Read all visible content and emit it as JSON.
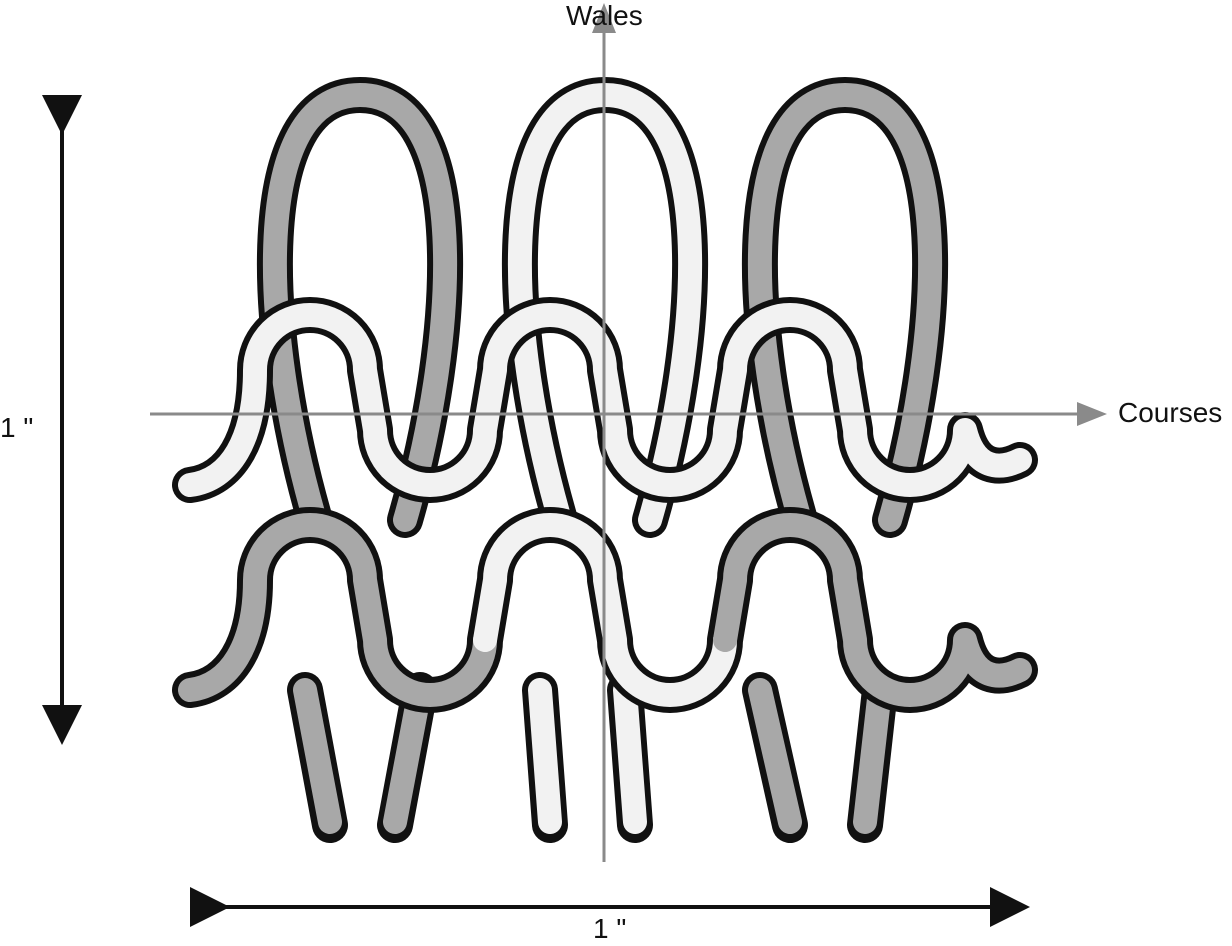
{
  "labels": {
    "wales": "Wales",
    "courses": "Courses",
    "height_dimension": "1 \"",
    "width_dimension": "1 \""
  },
  "colors": {
    "dark_yarn": "#a8a8a8",
    "light_yarn": "#f2f2f2",
    "outline": "#111111",
    "axis": "#8a8a8a"
  }
}
